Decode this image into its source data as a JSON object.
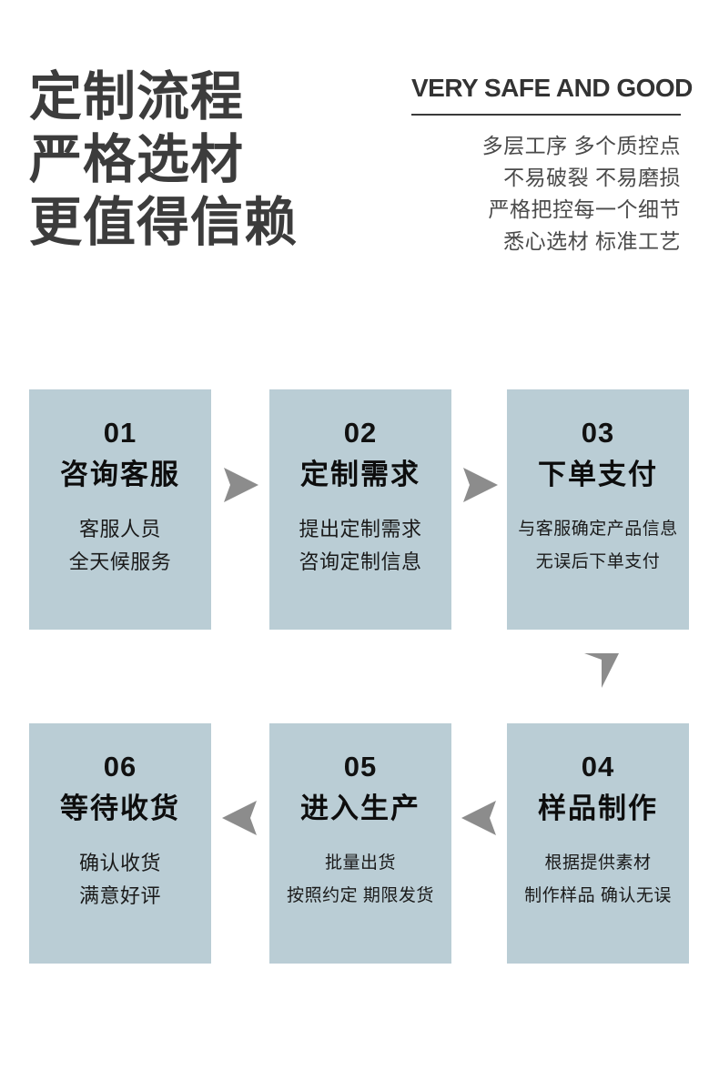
{
  "header": {
    "headline_lines": [
      "定制流程",
      "严格选材",
      "更值得信赖"
    ],
    "english_title": "VERY SAFE AND GOOD",
    "feature_lines": [
      "多层工序 多个质控点",
      "不易破裂 不易磨损",
      "严格把控每一个细节",
      "悉心选材 标准工艺"
    ]
  },
  "colors": {
    "box_background": "#bacdd5",
    "arrow": "#8c8c8c",
    "headline_text": "#3c3c3c",
    "body_text": "#1a1a1a",
    "page_background": "#ffffff"
  },
  "steps": [
    {
      "number": "01",
      "title": "咨询客服",
      "desc": [
        "客服人员",
        "全天候服务"
      ]
    },
    {
      "number": "02",
      "title": "定制需求",
      "desc": [
        "提出定制需求",
        "咨询定制信息"
      ]
    },
    {
      "number": "03",
      "title": "下单支付",
      "desc": [
        "与客服确定产品信息",
        "无误后下单支付"
      ]
    },
    {
      "number": "04",
      "title": "样品制作",
      "desc": [
        "根据提供素材",
        "制作样品 确认无误"
      ]
    },
    {
      "number": "05",
      "title": "进入生产",
      "desc": [
        "批量出货",
        "按照约定 期限发货"
      ]
    },
    {
      "number": "06",
      "title": "等待收货",
      "desc": [
        "确认收货",
        "满意好评"
      ]
    }
  ],
  "arrows": [
    {
      "name": "arrow-right-step1-step2",
      "direction": "right"
    },
    {
      "name": "arrow-right-step2-step3",
      "direction": "right"
    },
    {
      "name": "arrow-down-step3-step4",
      "direction": "down"
    },
    {
      "name": "arrow-left-step4-step5",
      "direction": "left"
    },
    {
      "name": "arrow-left-step5-step6",
      "direction": "left"
    }
  ]
}
